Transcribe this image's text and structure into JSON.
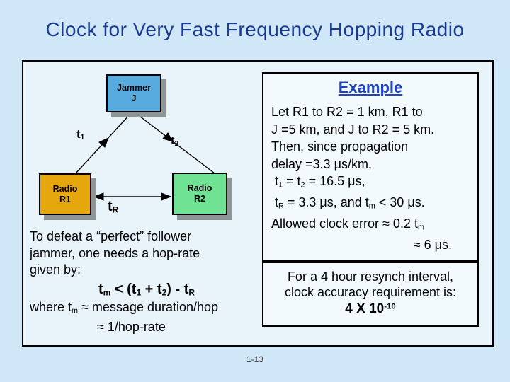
{
  "slide": {
    "title": "Clock for Very Fast Frequency Hopping Radio",
    "page_number": "1-13",
    "background_color": "#cfe7f6",
    "panel_color": "#e9f3fa",
    "title_color": "#1a3a92"
  },
  "diagram": {
    "jammer": {
      "line1": "Jammer",
      "line2": "J",
      "color": "#58abdf"
    },
    "radio1": {
      "line1": "Radio",
      "line2": "R1",
      "color": "#e6a70e"
    },
    "radio2": {
      "line1": "Radio",
      "line2": "R2",
      "color": "#6fe393"
    },
    "labels": {
      "t1": "t_{1}",
      "t2": "t_{2}",
      "tR": "t_{R}"
    },
    "arrows": [
      {
        "from": "Radio R1",
        "to": "Jammer J",
        "label": "t1"
      },
      {
        "from": "Jammer J",
        "to": "Radio R2",
        "label": "t2"
      },
      {
        "from": "Radio R1",
        "to": "Radio R2",
        "label": "tR",
        "double_headed": true
      }
    ]
  },
  "example": {
    "heading": "Example",
    "heading_color": "#1f45c4",
    "lines": [
      "Let R1 to R2 = 1 km, R1 to",
      "J =5 km, and J to R2 = 5 km.",
      "Then, since propagation",
      "delay =3.3 μs/km,",
      " t_{1} = t_{2} = 16.5 μs,",
      " t_{R} = 3.3 μs, and t_{m} < 30 μs.",
      "Allowed clock error ≈ 0.2 t_{m}",
      "≈ 6 μs."
    ]
  },
  "hop_rate": {
    "intro_lines": [
      "To defeat a “perfect” follower",
      "jammer, one needs a hop-rate",
      "given by:"
    ],
    "formula": "t_{m} < (t_{1} + t_{2}) - t_{R}",
    "where_line1": "where t_{m} ≈ message duration/hop",
    "where_line2": "≈ 1/hop-rate"
  },
  "resynch": {
    "line1": "For a 4 hour resynch interval,",
    "line2": "clock accuracy requirement is:",
    "value": "4 X 10^{-10}"
  }
}
